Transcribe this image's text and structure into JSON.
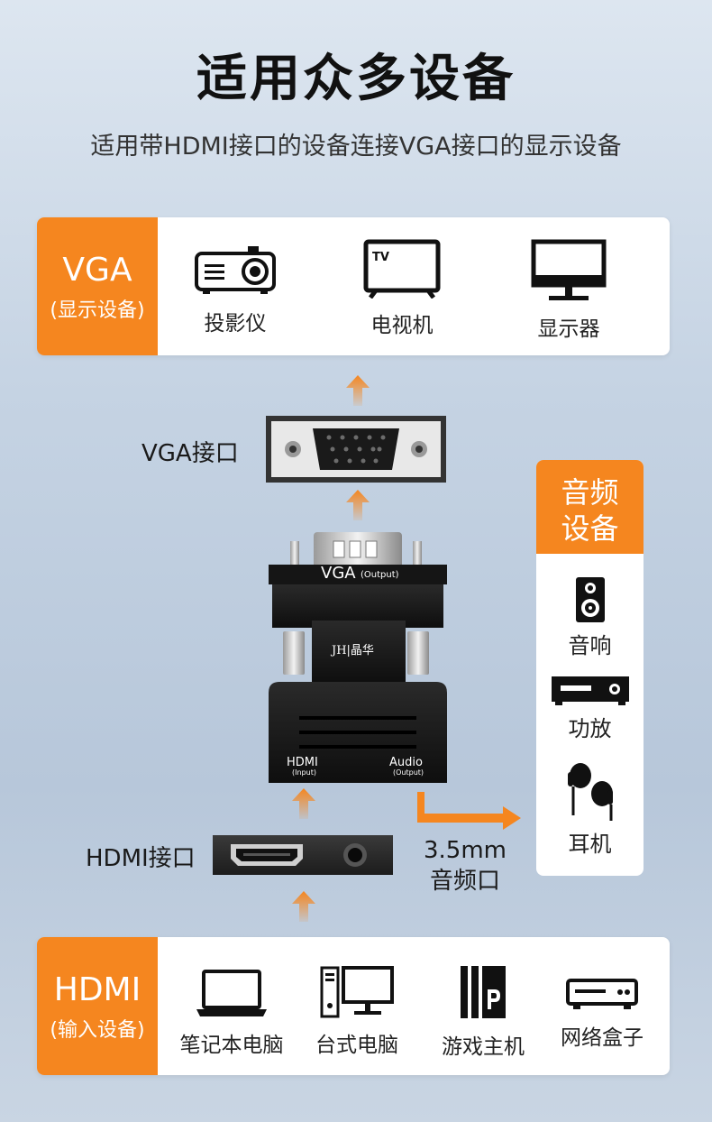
{
  "header": {
    "title": "适用众多设备",
    "subtitle": "适用带HDMI接口的设备连接VGA接口的显示设备"
  },
  "vga_card": {
    "tag_main": "VGA",
    "tag_sub": "(显示设备)",
    "devices": [
      {
        "label": "投影仪",
        "icon": "projector-icon"
      },
      {
        "label": "电视机",
        "icon": "tv-icon"
      },
      {
        "label": "显示器",
        "icon": "monitor-icon"
      }
    ]
  },
  "ports": {
    "vga_label": "VGA接口",
    "hdmi_label": "HDMI接口",
    "jack_line1": "3.5mm",
    "jack_line2": "音频口"
  },
  "adapter": {
    "vga_text": "VGA",
    "vga_sub": "(Output)",
    "brand": "JH|晶华",
    "hdmi_text": "HDMI",
    "hdmi_sub": "(Input)",
    "audio_text": "Audio",
    "audio_sub": "(Output)"
  },
  "audio_card": {
    "head_line1": "音频",
    "head_line2": "设备",
    "devices": [
      {
        "label": "音响",
        "icon": "speaker-icon"
      },
      {
        "label": "功放",
        "icon": "amplifier-icon"
      },
      {
        "label": "耳机",
        "icon": "earphones-icon"
      }
    ]
  },
  "hdmi_card": {
    "tag_main": "HDMI",
    "tag_sub": "(输入设备)",
    "devices": [
      {
        "label": "笔记本电脑",
        "icon": "laptop-icon"
      },
      {
        "label": "台式电脑",
        "icon": "desktop-icon"
      },
      {
        "label": "游戏主机",
        "icon": "game-console-icon"
      },
      {
        "label": "网络盒子",
        "icon": "network-box-icon"
      }
    ]
  },
  "colors": {
    "accent": "#f5861f",
    "background": "#c5d3e3",
    "card": "#ffffff"
  }
}
